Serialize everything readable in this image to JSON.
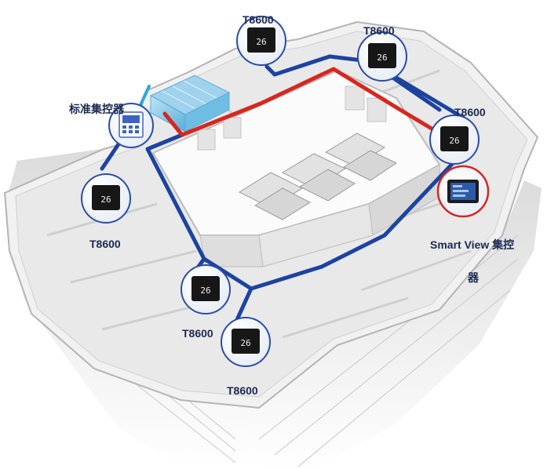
{
  "labels": {
    "t8600_top": "T8600",
    "t8600_upper_right": "T8600",
    "t8600_right": "T8600",
    "t8600_left": "T8600",
    "t8600_middle": "T8600",
    "t8600_bottom": "T8600",
    "standard_controller": "标准集控器",
    "smart_view_line1": "Smart View 集控",
    "smart_view_line2": "器"
  },
  "thermostat_display": "26",
  "colors": {
    "network_blue": "#1c43a0",
    "loop_red": "#d8261f",
    "feed_cyan": "#2fa8dc",
    "device_ring": "#2a4da8",
    "smart_view_ring": "#d8261f",
    "label_text": "#1b2a52"
  }
}
